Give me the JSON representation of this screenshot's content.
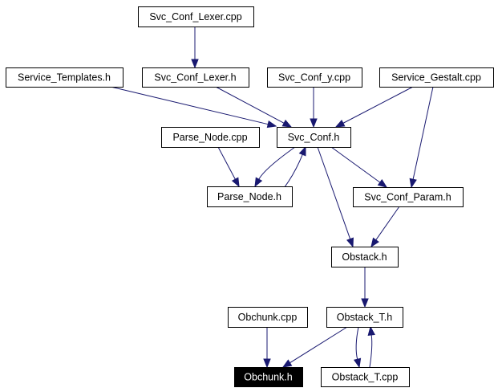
{
  "diagram": {
    "type": "include-dependency-graph",
    "colors": {
      "edge": "#191970",
      "node_border": "#000000",
      "highlight_fill": "#000000",
      "highlight_text": "#ffffff"
    },
    "nodes": [
      {
        "id": "svc_conf_lexer_cpp",
        "label": "Svc_Conf_Lexer.cpp"
      },
      {
        "id": "service_templates_h",
        "label": "Service_Templates.h"
      },
      {
        "id": "svc_conf_lexer_h",
        "label": "Svc_Conf_Lexer.h"
      },
      {
        "id": "svc_conf_y_cpp",
        "label": "Svc_Conf_y.cpp"
      },
      {
        "id": "service_gestalt_cpp",
        "label": "Service_Gestalt.cpp"
      },
      {
        "id": "parse_node_cpp",
        "label": "Parse_Node.cpp"
      },
      {
        "id": "svc_conf_h",
        "label": "Svc_Conf.h"
      },
      {
        "id": "parse_node_h",
        "label": "Parse_Node.h"
      },
      {
        "id": "svc_conf_param_h",
        "label": "Svc_Conf_Param.h"
      },
      {
        "id": "obstack_h",
        "label": "Obstack.h"
      },
      {
        "id": "obchunk_cpp",
        "label": "Obchunk.cpp"
      },
      {
        "id": "obstack_t_h",
        "label": "Obstack_T.h"
      },
      {
        "id": "obchunk_h",
        "label": "Obchunk.h",
        "highlighted": true
      },
      {
        "id": "obstack_t_cpp",
        "label": "Obstack_T.cpp"
      }
    ],
    "edges": [
      {
        "from": "svc_conf_lexer_cpp",
        "to": "svc_conf_lexer_h"
      },
      {
        "from": "service_templates_h",
        "to": "svc_conf_h"
      },
      {
        "from": "svc_conf_lexer_h",
        "to": "svc_conf_h"
      },
      {
        "from": "svc_conf_y_cpp",
        "to": "svc_conf_h"
      },
      {
        "from": "service_gestalt_cpp",
        "to": "svc_conf_h"
      },
      {
        "from": "service_gestalt_cpp",
        "to": "svc_conf_param_h"
      },
      {
        "from": "parse_node_cpp",
        "to": "parse_node_h"
      },
      {
        "from": "svc_conf_h",
        "to": "parse_node_h"
      },
      {
        "from": "parse_node_h",
        "to": "svc_conf_h"
      },
      {
        "from": "svc_conf_h",
        "to": "svc_conf_param_h"
      },
      {
        "from": "svc_conf_h",
        "to": "obstack_h"
      },
      {
        "from": "svc_conf_param_h",
        "to": "obstack_h"
      },
      {
        "from": "obstack_h",
        "to": "obstack_t_h"
      },
      {
        "from": "obchunk_cpp",
        "to": "obchunk_h"
      },
      {
        "from": "obstack_t_h",
        "to": "obchunk_h"
      },
      {
        "from": "obstack_t_h",
        "to": "obstack_t_cpp"
      },
      {
        "from": "obstack_t_cpp",
        "to": "obstack_t_h"
      }
    ]
  }
}
